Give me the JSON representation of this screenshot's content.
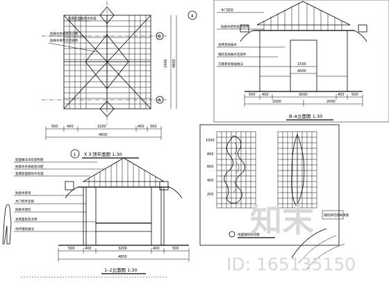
{
  "drawing": {
    "plan": {
      "caption": "ＸＸ顶平面图 1:30",
      "axis_a": "A",
      "axis_b": "B",
      "dims_bottom": [
        "500",
        "400",
        "3200",
        "400",
        "500"
      ],
      "dim_total": "4800",
      "dims_right": [
        "2400",
        "4800"
      ],
      "notes": [
        "金属屋面板防水处理",
        "防腐木条规格及间距",
        "防腐木骨架及连接件"
      ]
    },
    "elevation_ba": {
      "caption": "B–A立面图 1:30",
      "dims_bottom": [
        "500",
        "400",
        "3000",
        "400",
        "500"
      ],
      "dim_total": "2000",
      "dims_inner": [
        "1500",
        "4000"
      ],
      "notes": [
        "木门装饰",
        "防腐木结构及连接件",
        "坐凳及防腐木",
        "铺装及防腐木连接件",
        "方钢骨架基础做法"
      ]
    },
    "elevation_12": {
      "caption": "1–2立面图 1:30",
      "dims_bottom": [
        "500",
        "400",
        "3200",
        "400",
        "500"
      ],
      "dim_total": "4800",
      "notes": [
        "屋面做法详见结构图",
        "防腐木条规格及间距",
        "金属屋面板防水处理",
        "防腐木骨架",
        "木门构件连接",
        "防腐木围栏",
        "坐凳面板及龙骨",
        "地坪铺装做法"
      ]
    },
    "pattern_detail": {
      "caption": "地面铺装拼花图",
      "grid_labels": [
        "1000",
        "800",
        "600",
        "400",
        "200"
      ],
      "note": "铺装拼花放样详图"
    },
    "section_marks": {
      "circle_1": "1",
      "circle_4": "4"
    },
    "watermark": {
      "logo_text": "知末",
      "id_text": "ID: 165135150"
    }
  }
}
